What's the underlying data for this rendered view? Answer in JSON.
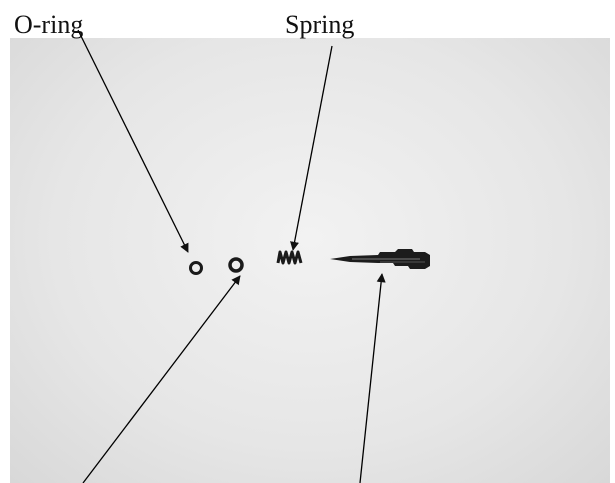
{
  "labels": {
    "oring": "O-ring",
    "spring": "Spring"
  },
  "parts": [
    {
      "name": "o-ring"
    },
    {
      "name": "o-ring"
    },
    {
      "name": "spring"
    },
    {
      "name": "needle"
    }
  ],
  "colors": {
    "background": "#ffffff",
    "photo": "#e8e8e8",
    "ink": "#111111"
  }
}
